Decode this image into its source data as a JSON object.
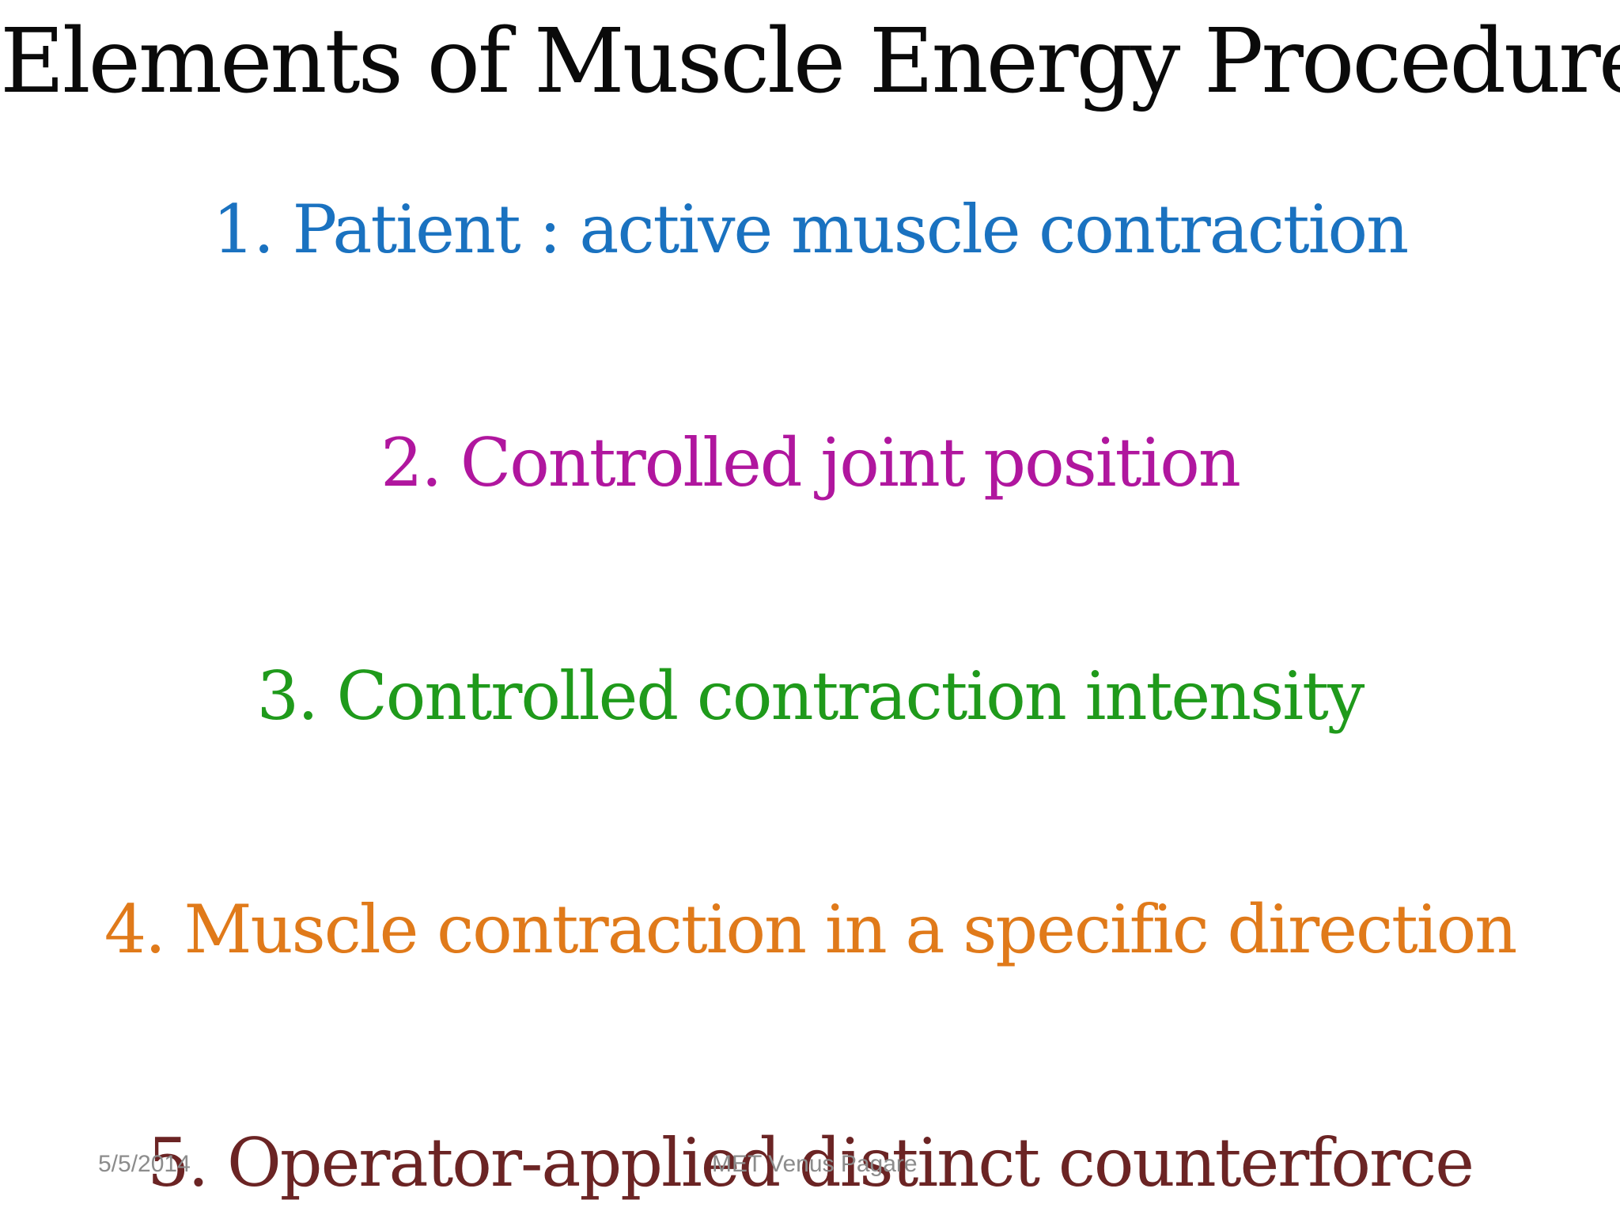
{
  "slide": {
    "title": "Elements of Muscle Energy Procedures",
    "items": [
      {
        "text": "1. Patient : active muscle contraction",
        "color": "#1a72c0"
      },
      {
        "text": "2. Controlled joint position",
        "color": "#b0169e"
      },
      {
        "text": "3. Controlled contraction intensity",
        "color": "#1f9a1b"
      },
      {
        "text": "4. Muscle contraction in a specific direction",
        "color": "#e07a1a"
      },
      {
        "text": "5. Operator-applied distinct counterforce",
        "color": "#6b2424"
      }
    ]
  },
  "footer": {
    "date": "5/5/2014",
    "author": "MET Venus Pagare"
  }
}
